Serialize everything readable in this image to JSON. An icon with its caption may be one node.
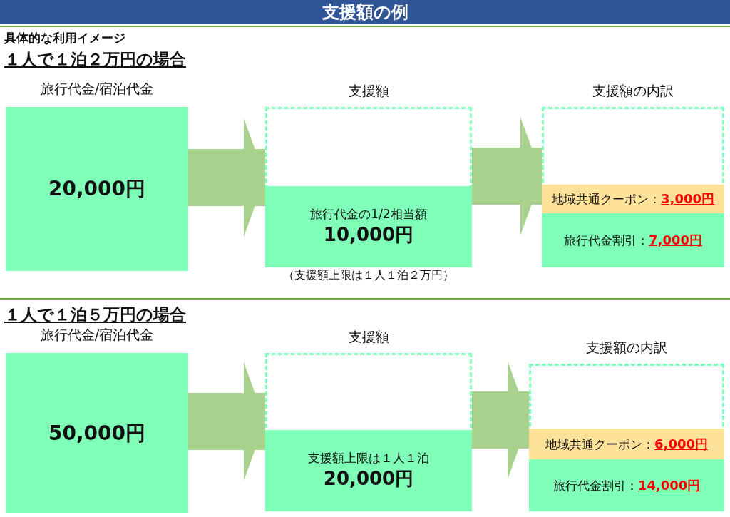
{
  "diagram": {
    "title": "支援額の例",
    "nodes": [
      {
        "text": [
          "旅行代金/宿泊代金",
          "20,000円"
        ]
      },
      {
        "text": [
          "支援額"
        ],
        "beside": [
          "（支援額上限は１人１泊２万円）"
        ]
      },
      {
        "text": [
          "旅行代金の1/2相当額",
          "10,000円"
        ],
        "in": 1
      },
      {
        "text": [
          "支援額の内訳"
        ]
      },
      {
        "text": [
          "地域共通クーポン：",
          "3,000円"
        ],
        "in": 3
      },
      {
        "text": [
          "旅行代金割引：",
          "7,000円"
        ],
        "in": 3
      },
      {
        "text": [
          "旅行代金/宿泊代金",
          "50,000円"
        ]
      },
      {
        "text": [
          "支援額"
        ]
      },
      {
        "text": [
          "支援額上限は１人１泊",
          "20,000円"
        ],
        "in": 7
      },
      {
        "text": [
          "支援額の内訳"
        ]
      },
      {
        "text": [
          "地域共通クーポン：",
          "6,000円"
        ],
        "in": 9
      },
      {
        "text": [
          "旅行代金割引：",
          "14,000円"
        ],
        "in": 9
      }
    ],
    "edges": [
      {
        "from": 0,
        "to": 1,
        "arrow": "to"
      },
      {
        "from": 1,
        "to": 3,
        "arrow": "to"
      },
      {
        "from": 6,
        "to": 7,
        "arrow": "to"
      },
      {
        "from": 7,
        "to": 9,
        "arrow": "to"
      }
    ],
    "labels": [
      "具体的な利用イメージ",
      "１人で１泊２万円の場合",
      "１人で１泊５万円の場合"
    ]
  }
}
